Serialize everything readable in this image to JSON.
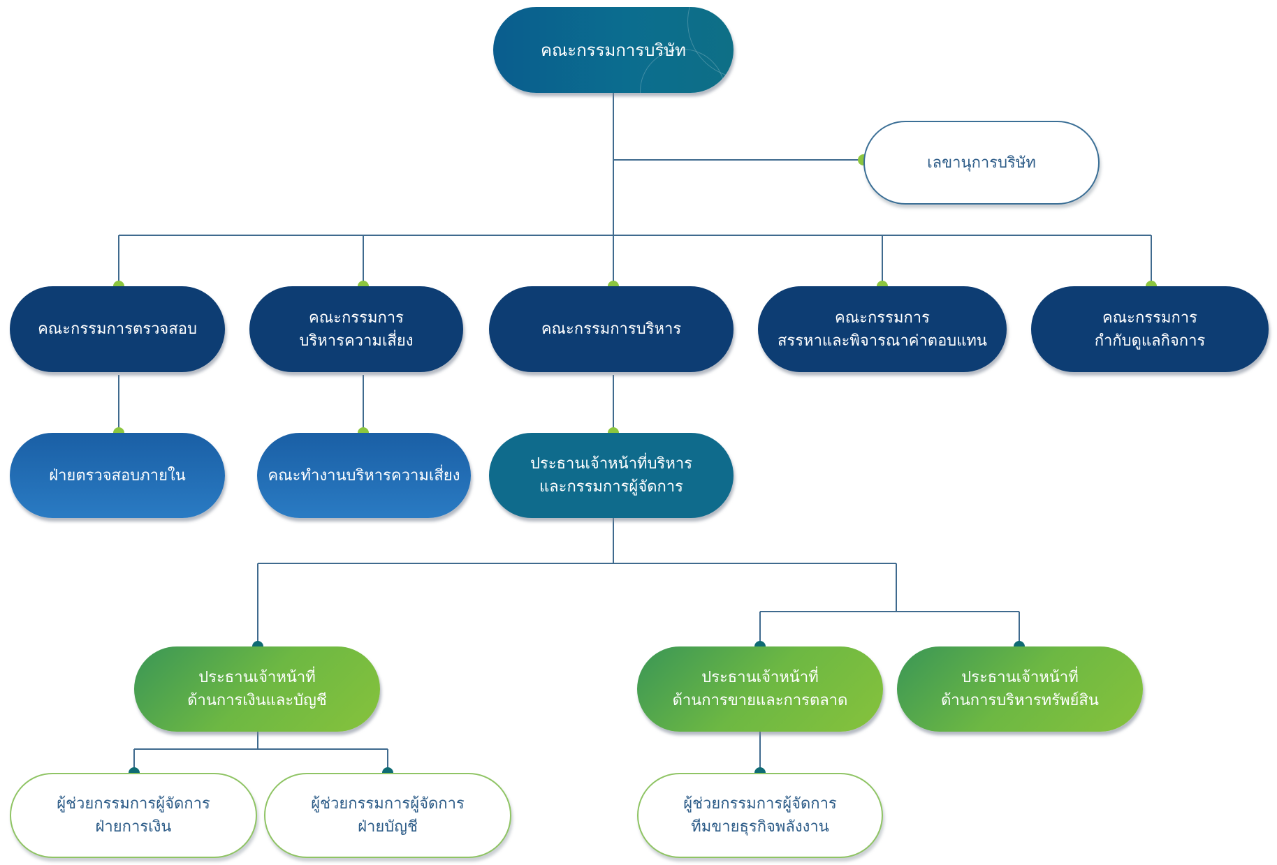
{
  "org_chart": {
    "board": "คณะกรรมการบริษัท",
    "secretary": "เลขานุการบริษัท",
    "committees": {
      "audit": [
        "คณะกรรมการตรวจสอบ"
      ],
      "risk": [
        "คณะกรรมการ",
        "บริหารความเสี่ยง"
      ],
      "executive": [
        "คณะกรรมการบริหาร"
      ],
      "nomination": [
        "คณะกรรมการ",
        "สรรหาและพิจารณาค่าตอบแทน"
      ],
      "governance": [
        "คณะกรรมการ",
        "กำกับดูแลกิจการ"
      ]
    },
    "units": {
      "internal_audit": [
        "ฝ่ายตรวจสอบภายใน"
      ],
      "risk_working_group": [
        "คณะทำงานบริหารความเสี่ยง"
      ],
      "ceo": [
        "ประธานเจ้าหน้าที่บริหาร",
        "และกรรมการผู้จัดการ"
      ]
    },
    "chiefs": {
      "cfo": [
        "ประธานเจ้าหน้าที่",
        "ด้านการเงินและบัญชี"
      ],
      "cmo": [
        "ประธานเจ้าหน้าที่",
        "ด้านการขายและการตลาด"
      ],
      "cao": [
        "ประธานเจ้าหน้าที่",
        "ด้านการบริหารทรัพย์สิน"
      ]
    },
    "assistants": {
      "finance": [
        "ผู้ช่วยกรรมการผู้จัดการ",
        "ฝ่ายการเงิน"
      ],
      "accounting": [
        "ผู้ช่วยกรรมการผู้จัดการ",
        "ฝ่ายบัญชี"
      ],
      "energy_sales": [
        "ผู้ช่วยกรรมการผู้จัดการ",
        "ทีมขายธุรกิจพลังงาน"
      ]
    }
  },
  "colors": {
    "connector_line": "#3f6a8e",
    "dot_green": "#8cc63f",
    "dot_teal": "#0f6b73",
    "board_fill": "#0a6690",
    "committee_fill": "#0d3d73",
    "unit_fill": "#1f6cb3",
    "ceo_fill": "#0f6b8c",
    "chief_fill": "#6db843"
  }
}
